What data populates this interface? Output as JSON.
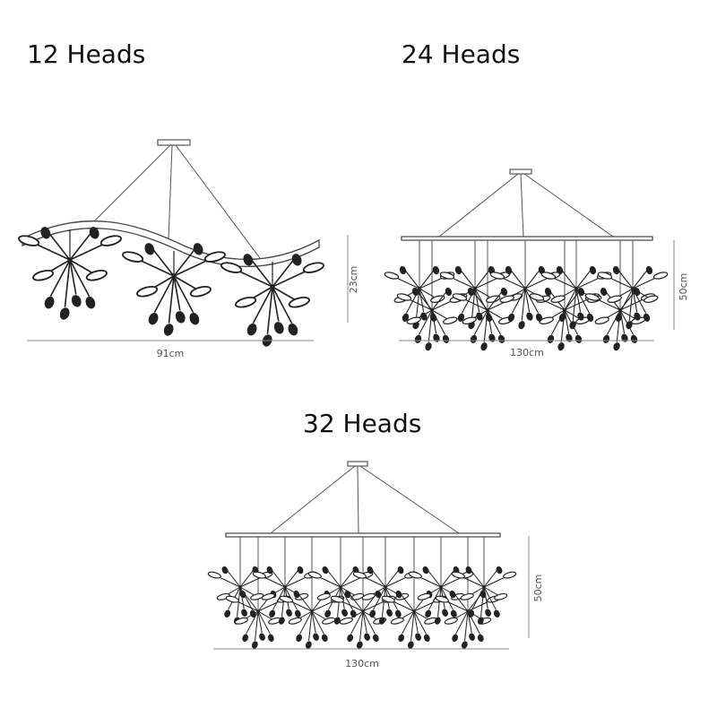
{
  "diagrams": [
    {
      "title": "12 Heads",
      "width_label": "91cm",
      "height_label": "23cm"
    },
    {
      "title": "24 Heads",
      "width_label": "130cm",
      "height_label": "50cm"
    },
    {
      "title": "32 Heads",
      "width_label": "130cm",
      "height_label": "50cm"
    }
  ],
  "colors": {
    "line": "#555555",
    "fixture": "#222222",
    "text": "#111111"
  }
}
